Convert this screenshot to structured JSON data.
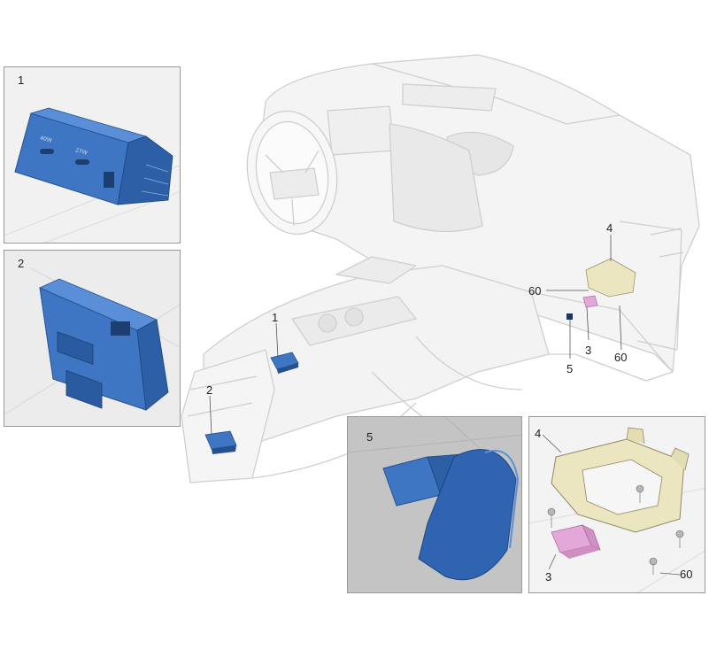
{
  "diagram": {
    "main_callouts": {
      "c1": "1",
      "c2": "2",
      "c3": "3",
      "c4": "4",
      "c5": "5",
      "c60a": "60",
      "c60b": "60"
    },
    "insets": [
      {
        "id": "1",
        "label": "1"
      },
      {
        "id": "2",
        "label": "2"
      },
      {
        "id": "5",
        "label": "5"
      },
      {
        "id": "detail",
        "label_4": "4",
        "label_3": "3",
        "label_60": "60"
      }
    ],
    "port_labels": [
      "40W",
      "27W"
    ],
    "colors": {
      "usb_blue": "#3f76c4",
      "usb_blue_dark": "#24508f",
      "connector_pink": "#e4a8d8",
      "bracket_beige": "#ece6c0",
      "line_gray": "#c8c8c8",
      "inset_bg": "#ececec",
      "inset_dark_bg": "#c4c4c4"
    }
  }
}
